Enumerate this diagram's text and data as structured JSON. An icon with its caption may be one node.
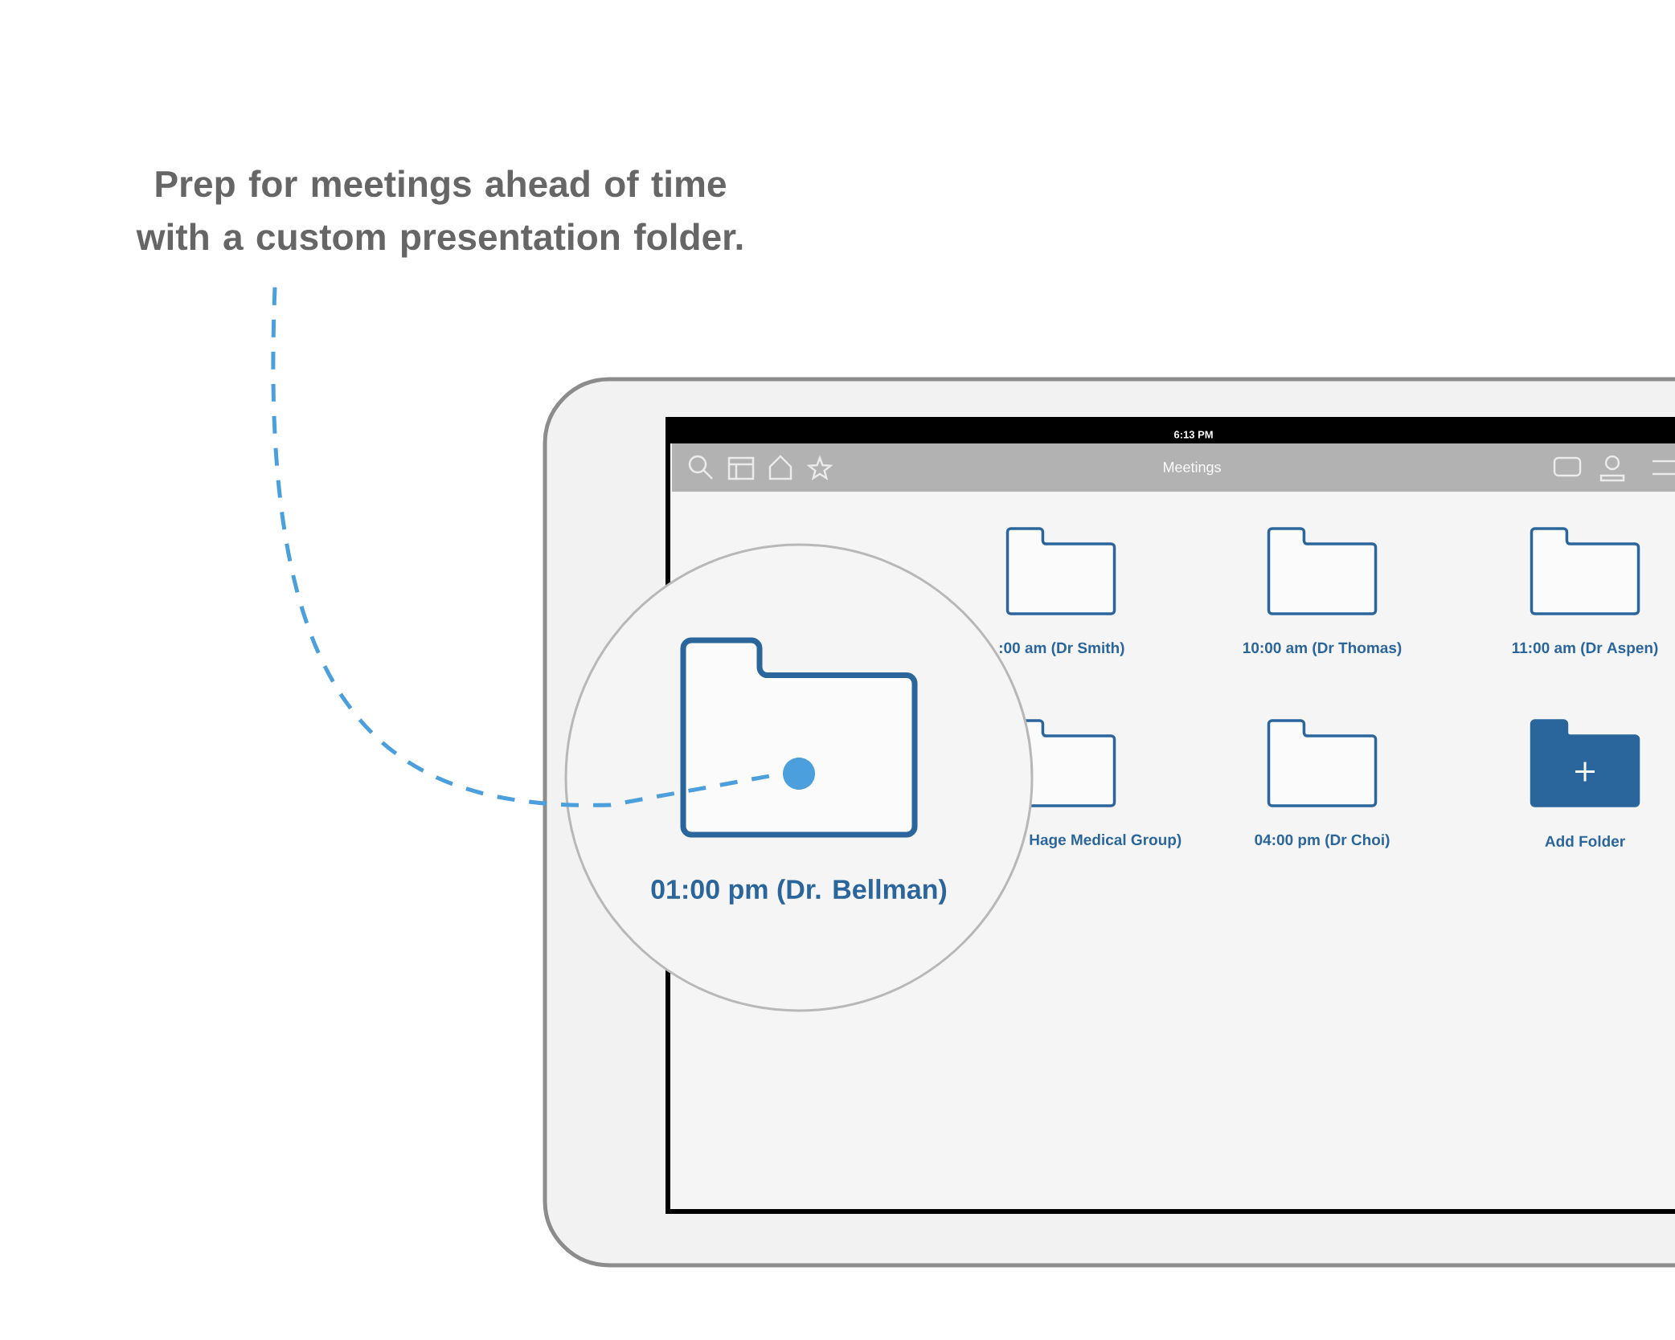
{
  "diagram": {
    "nodes": [
      {
        "text": [
          "Prep for meetings ahead of time with a custom presentation folder."
        ]
      },
      {
        "text": [],
        "shape": "circle"
      },
      {
        "text": [
          "01:00 pm (Dr. Bellman)"
        ],
        "in": 1
      },
      {
        "text": [],
        "shape": "circle",
        "in": 2
      },
      {
        "text": [
          ":00 am (Dr Smith)"
        ]
      },
      {
        "text": [
          "10:00 am (Dr Thomas)"
        ]
      },
      {
        "text": [
          "11:00 am (Dr Aspen)"
        ]
      },
      {
        "text": [
          "Hage Medical Group)"
        ]
      },
      {
        "text": [
          "04:00 pm (Dr Choi)"
        ]
      },
      {
        "text": [
          "Add Folder"
        ]
      }
    ],
    "edges": [
      {
        "from": 0,
        "to": 3,
        "arrow": "none",
        "style": "dashed"
      }
    ],
    "labels": [
      "6:13 PM",
      "Meetings"
    ]
  }
}
